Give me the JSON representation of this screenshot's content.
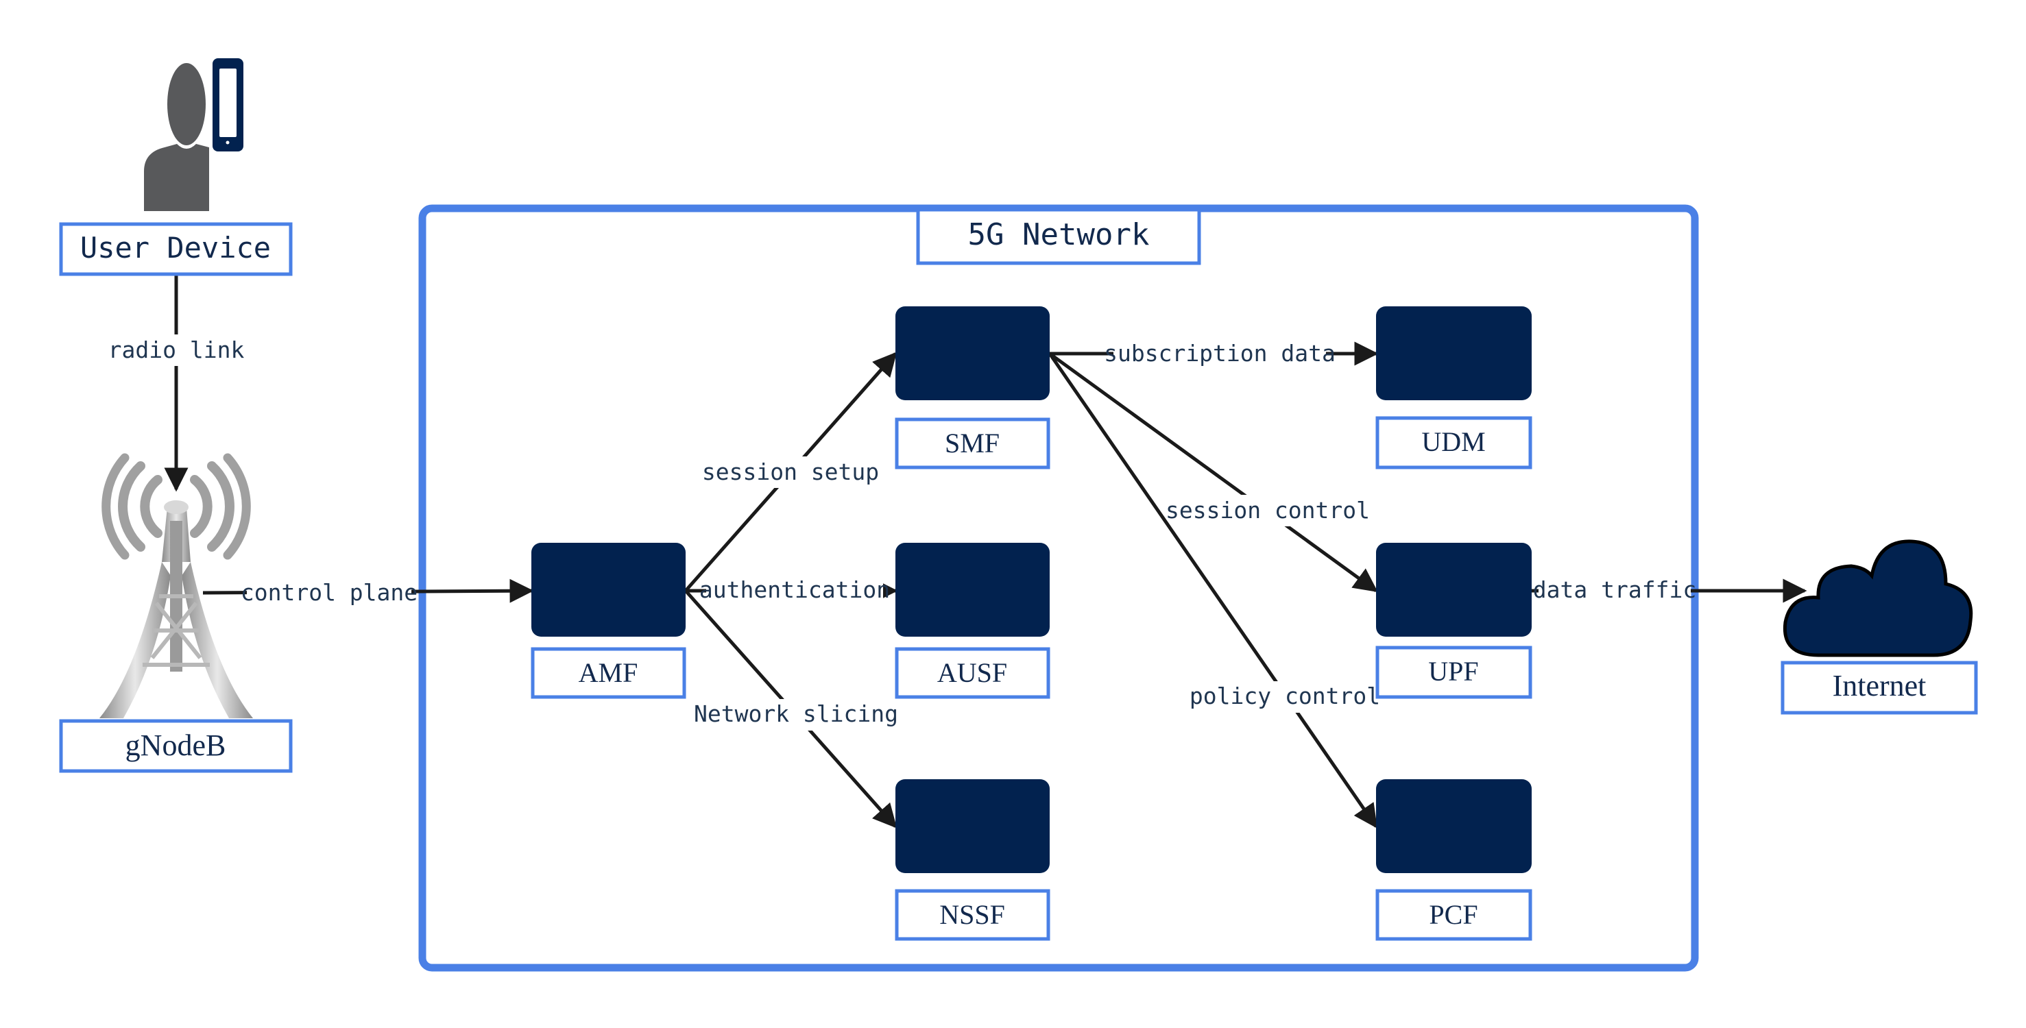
{
  "colors": {
    "navy": "#02224f",
    "label_border": "#4a80e6",
    "label_text": "#12294d",
    "edge": "#1a1a1a",
    "edge_label": "#1f3550",
    "person": "#58595b",
    "tower_gray": "#a0a0a0"
  },
  "user_device": {
    "label": "User Device",
    "icon": "person-with-phone-icon"
  },
  "gnodeb": {
    "label": "gNodeB",
    "icon": "cell-tower-icon"
  },
  "network": {
    "title": "5G Network"
  },
  "internet": {
    "label": "Internet",
    "icon": "cloud-icon"
  },
  "nodes": {
    "amf": {
      "label": "AMF"
    },
    "smf": {
      "label": "SMF"
    },
    "ausf": {
      "label": "AUSF"
    },
    "nssf": {
      "label": "NSSF"
    },
    "udm": {
      "label": "UDM"
    },
    "upf": {
      "label": "UPF"
    },
    "pcf": {
      "label": "PCF"
    }
  },
  "edges": {
    "radio_link": "radio link",
    "control_plane": "control plane",
    "session_setup": "session setup",
    "authentication": "authentication",
    "network_slicing": "Network slicing",
    "subscription_data": "subscription data",
    "session_control": "session control",
    "policy_control": "policy control",
    "data_traffic": "data traffic"
  }
}
